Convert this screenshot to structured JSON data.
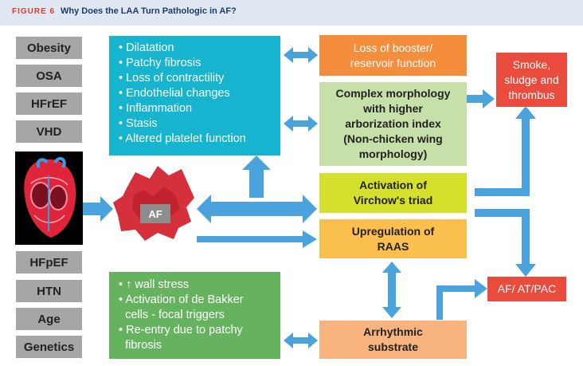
{
  "header": {
    "figure_label": "FIGURE 6",
    "title": "Why Does the LAA Turn Pathologic in AF?"
  },
  "risk_factors_top": [
    "Obesity",
    "OSA",
    "HFrEF",
    "VHD"
  ],
  "risk_factors_bottom": [
    "HFpEF",
    "HTN",
    "Age",
    "Genetics"
  ],
  "structural_changes": [
    "Dilatation",
    "Patchy fibrosis",
    "Loss of contractility",
    "Endothelial changes",
    "Inflammation",
    "Stasis",
    "Altered platelet function"
  ],
  "af_label": "AF",
  "electrical_changes": [
    "↑ wall stress",
    "Activation of de Bakker",
    "cells - focal triggers",
    "Re-entry due to patchy",
    "fibrosis"
  ],
  "outcomes": {
    "loss_booster": [
      "Loss of booster/",
      "reservoir function"
    ],
    "complex_morphology": [
      "Complex morphology",
      "with higher",
      "arborization index",
      "(Non-chicken wing",
      "morphology)"
    ],
    "virchow": [
      "Activation of",
      "Virchow's triad"
    ],
    "raas": [
      "Upregulation of",
      "RAAS"
    ],
    "arrhythmic": [
      "Arrhythmic",
      "substrate"
    ],
    "thrombus": [
      "Smoke,",
      "sludge and",
      "thrombus"
    ],
    "af_at_pac": "AF/ AT/PAC"
  },
  "colors": {
    "arrow": "#4aa3dd",
    "cyan": "#17b4cf",
    "orange": "#f48d3c",
    "red": "#e94b3c",
    "green": "#66b35f",
    "grey": "#a5a6a8",
    "title": "#1e3a66",
    "figure_label": "#d8402b"
  }
}
